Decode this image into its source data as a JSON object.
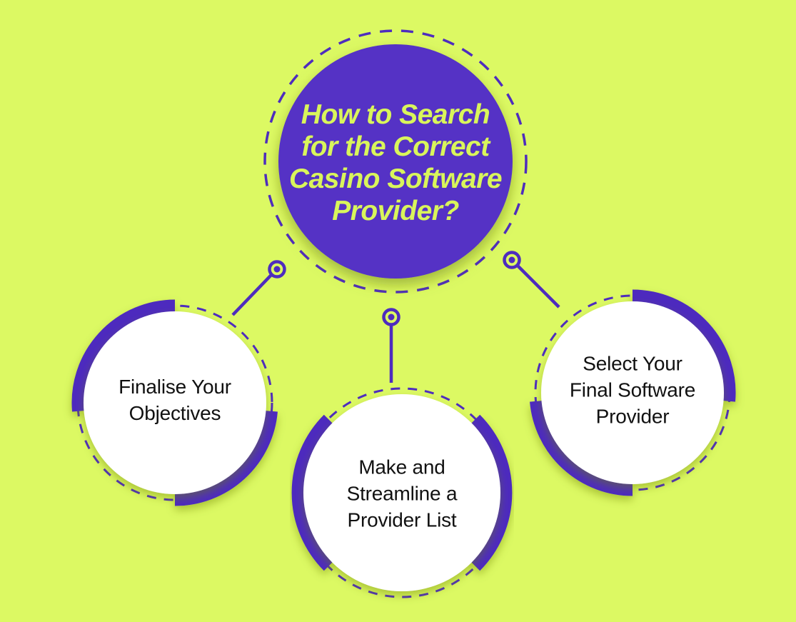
{
  "colors": {
    "bg": "#dcf963",
    "accent": "#4e2cbe",
    "hub_fill": "#5431c5",
    "title_text": "#d9f55b",
    "label_text": "#111111",
    "node_fill": "#ffffff"
  },
  "hub": {
    "title": "How to Search for the Correct Casino Software Provider?",
    "title_lines": [
      "How to Search",
      "for the Correct",
      "Casino Software",
      "Provider?"
    ]
  },
  "nodes": [
    {
      "label": "Finalise Your Objectives",
      "lines": [
        "Finalise Your",
        "Objectives"
      ]
    },
    {
      "label": "Make and Streamline a Provider List",
      "lines": [
        "Make and",
        "Streamline a",
        "Provider List"
      ]
    },
    {
      "label": "Select Your Final Software Provider",
      "lines": [
        "Select Your",
        "Final Software",
        "Provider"
      ]
    }
  ]
}
